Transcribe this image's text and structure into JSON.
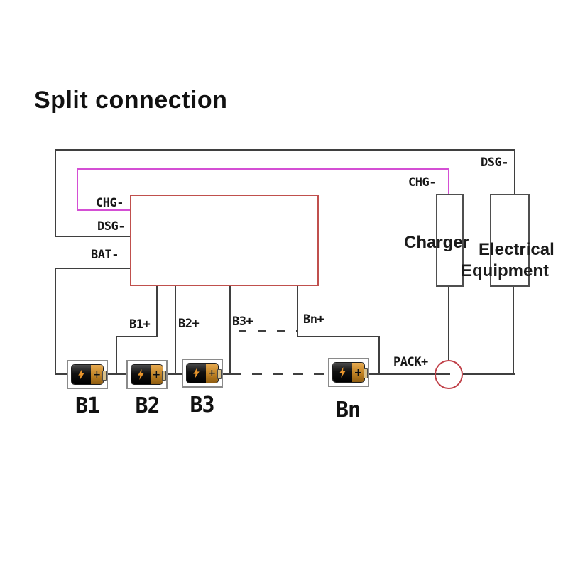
{
  "title": "Split connection",
  "bms": {
    "left_pins": {
      "chg": "CHG-",
      "dsg": "DSG-",
      "bat": "BAT-"
    }
  },
  "right_side": {
    "chg_label": "CHG-",
    "dsg_label": "DSG-",
    "charger_label": "Charger",
    "equipment_label_line1": "Electrical",
    "equipment_label_line2": "Equipment"
  },
  "pack_plus_label": "PACK+",
  "batteries": [
    {
      "label": "B1",
      "tap": "B1+",
      "plus_mark": "+"
    },
    {
      "label": "B2",
      "tap": "B2+",
      "plus_mark": "+"
    },
    {
      "label": "B3",
      "tap": "B3+",
      "plus_mark": "+"
    },
    {
      "label": "Bn",
      "tap": "Bn+",
      "plus_mark": "+"
    }
  ],
  "colors": {
    "wire": "#3f3f3f",
    "charge_wire": "#d44fd4",
    "bms_box_border": "#c0504d",
    "pack_node_border": "#c04048",
    "battery_gold": "#c8882a",
    "battery_body": "#151515"
  }
}
